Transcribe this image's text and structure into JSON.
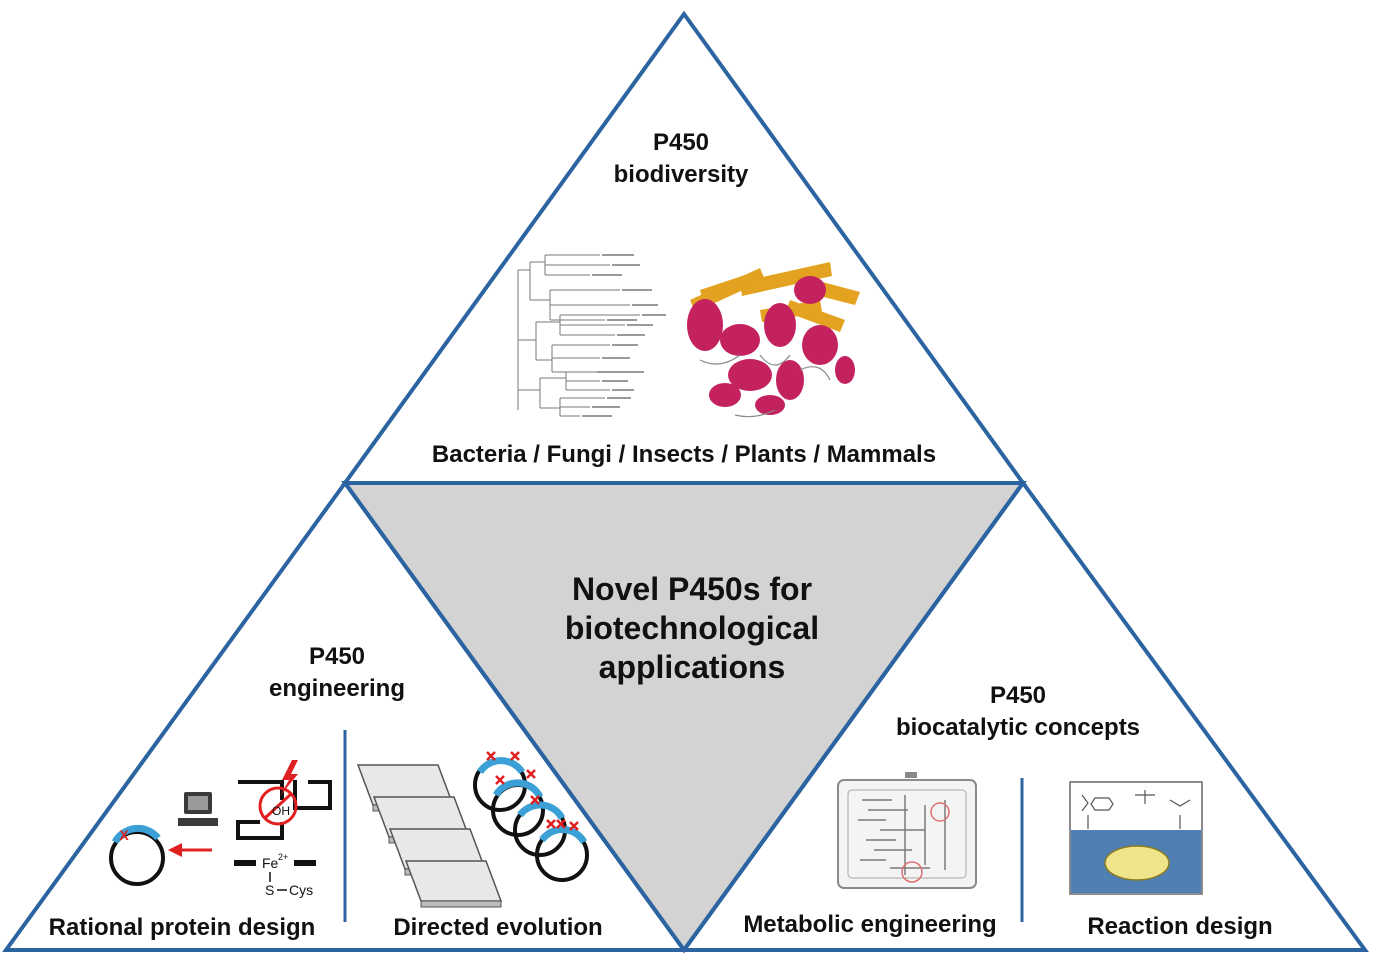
{
  "top": {
    "heading_line1": "P450",
    "heading_line2": "biodiversity",
    "caption": "Bacteria / Fungi / Insects / Plants / Mammals"
  },
  "center": {
    "line1": "Novel P450s for",
    "line2": "biotechnological",
    "line3": "applications"
  },
  "left": {
    "heading_line1": "P450",
    "heading_line2": "engineering",
    "caption_left": "Rational protein design",
    "caption_right": "Directed evolution",
    "oh_label": "OH",
    "fe_label": "Fe",
    "fe_charge": "2+",
    "s_label": "S",
    "cys_label": "Cys",
    "mutation_mark": "X"
  },
  "right": {
    "heading_line1": "P450",
    "heading_line2": "biocatalytic concepts",
    "caption_left": "Metabolic engineering",
    "caption_right": "Reaction design"
  },
  "colors": {
    "outline": "#2b64a0",
    "center_fill": "#d3d3d3",
    "helix": "#c3225e",
    "sheet": "#e3a21f",
    "mutation": "#e02020",
    "plasmid_segment": "#3aa0d6",
    "water": "#4f7fb3"
  }
}
